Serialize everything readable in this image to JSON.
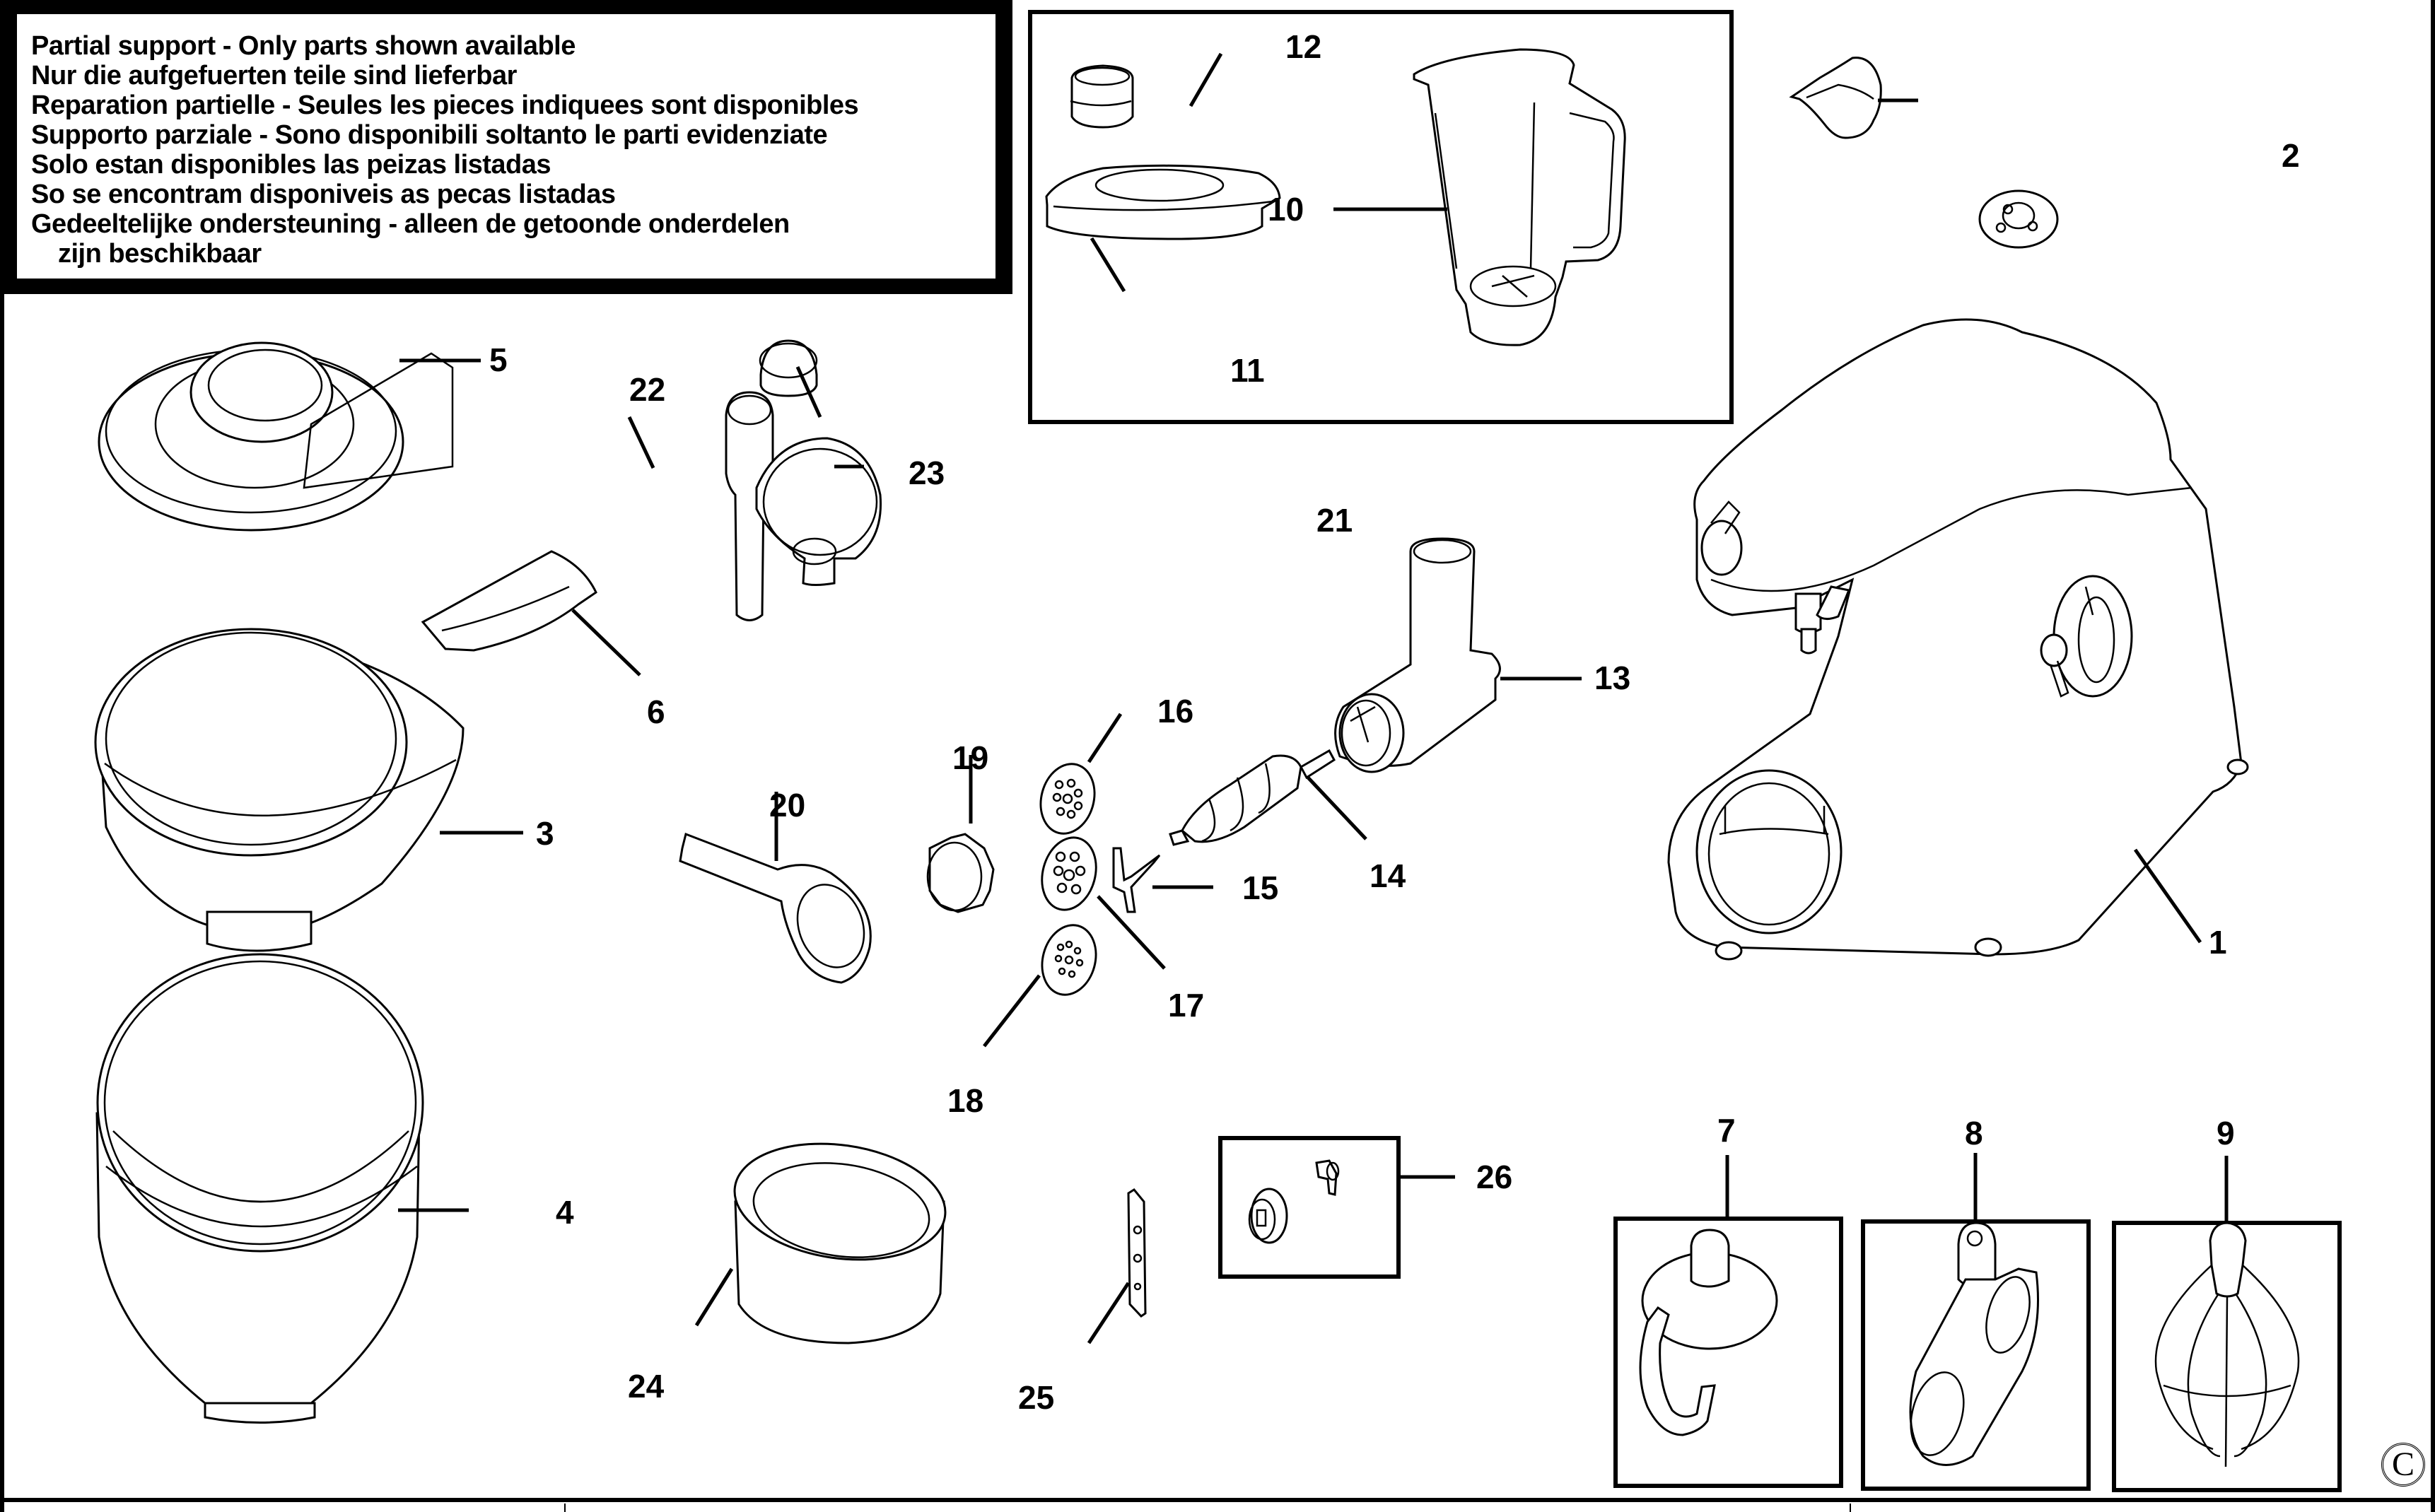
{
  "notice": {
    "lines": [
      "Partial support - Only parts shown available",
      "Nur die aufgefuerten teile sind lieferbar",
      "Reparation partielle - Seules les pieces indiquees sont disponibles",
      "Supporto parziale - Sono disponibili soltanto le parti evidenziate",
      "Solo estan disponibles las peizas listadas",
      "So se encontram disponiveis as pecas listadas",
      "Gedeeltelijke ondersteuning - alleen de getoonde onderdelen",
      "zijn beschikbaar"
    ]
  },
  "parts": [
    {
      "number": "1",
      "name": "mixer-body"
    },
    {
      "number": "2",
      "name": "hub-cover"
    },
    {
      "number": "3",
      "name": "mixing-bowl"
    },
    {
      "number": "4",
      "name": "mixing-bowl-large"
    },
    {
      "number": "5",
      "name": "splash-guard"
    },
    {
      "number": "6",
      "name": "splash-guard-flap"
    },
    {
      "number": "7",
      "name": "dough-hook"
    },
    {
      "number": "8",
      "name": "beater"
    },
    {
      "number": "9",
      "name": "whisk"
    },
    {
      "number": "10",
      "name": "blender-jug"
    },
    {
      "number": "11",
      "name": "blender-lid"
    },
    {
      "number": "12",
      "name": "blender-filler-cap"
    },
    {
      "number": "13",
      "name": "mincer-body"
    },
    {
      "number": "14",
      "name": "mincer-worm"
    },
    {
      "number": "15",
      "name": "mincer-blade"
    },
    {
      "number": "16",
      "name": "mincer-screen-fine"
    },
    {
      "number": "17",
      "name": "mincer-screen-coarse"
    },
    {
      "number": "18",
      "name": "mincer-screen-medium"
    },
    {
      "number": "19",
      "name": "mincer-ring-nut"
    },
    {
      "number": "20",
      "name": "spanner"
    },
    {
      "number": "21",
      "name": "mincer-tray"
    },
    {
      "number": "22",
      "name": "pusher"
    },
    {
      "number": "23",
      "name": "pusher-cap"
    },
    {
      "number": "24",
      "name": "bowl-ring"
    },
    {
      "number": "25",
      "name": "cutter-strip"
    },
    {
      "number": "26",
      "name": "speed-knob-kit"
    }
  ],
  "copyright_symbol": "C"
}
